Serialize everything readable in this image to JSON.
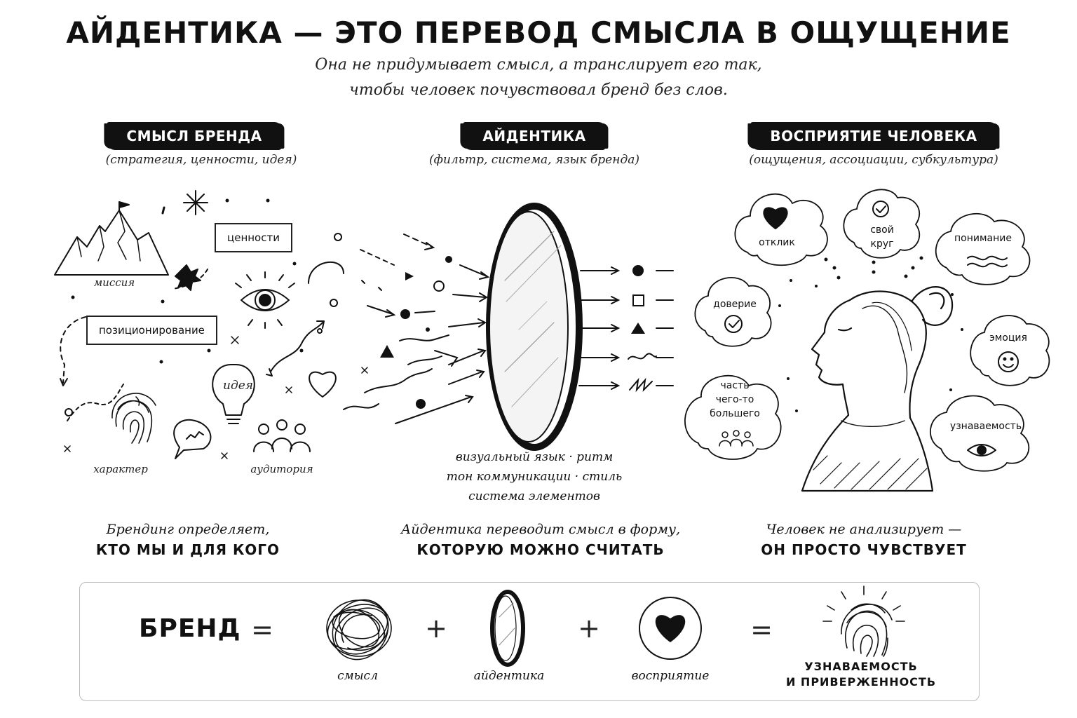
{
  "header": {
    "title": "АЙДЕНТИКА — ЭТО ПЕРЕВОД СМЫСЛА В ОЩУЩЕНИЕ",
    "subtitle_line1": "Она не придумывает смысл, а транслирует его так,",
    "subtitle_line2": "чтобы человек почувствовал бренд без слов."
  },
  "columns": {
    "meaning": {
      "title": "СМЫСЛ БРЕНДА",
      "subtitle": "(стратегия, ценности, идея)",
      "labels": {
        "values": "ценности",
        "mission": "миссия",
        "positioning": "позиционирование",
        "idea": "идея",
        "character": "характер",
        "audience": "аудитория"
      },
      "caption_line1": "Брендинг определяет,",
      "caption_line2": "КТО МЫ И ДЛЯ КОГО"
    },
    "identity": {
      "title": "АЙДЕНТИКА",
      "subtitle": "(фильтр, система, язык бренда)",
      "filter_line1": "визуальный язык · ритм",
      "filter_line2": "тон коммуникации · стиль",
      "filter_line3": "система элементов",
      "caption_line1": "Айдентика переводит смысл в форму,",
      "caption_line2": "КОТОРУЮ МОЖНО СЧИТАТЬ"
    },
    "perception": {
      "title": "ВОСПРИЯТИЕ ЧЕЛОВЕКА",
      "subtitle": "(ощущения, ассоциации, субкультура)",
      "bubbles": {
        "response": "отклик",
        "circle_line1": "свой",
        "circle_line2": "круг",
        "understanding": "понимание",
        "trust": "доверие",
        "emotion": "эмоция",
        "part_line1": "часть",
        "part_line2": "чего-то",
        "part_line3": "большего",
        "recognition": "узнаваемость"
      },
      "caption_line1": "Человек не анализирует —",
      "caption_line2": "ОН ПРОСТО ЧУВСТВУЕТ"
    }
  },
  "formula": {
    "brand": "БРЕНД",
    "eq1": "=",
    "plus1": "+",
    "plus2": "+",
    "eq2": "=",
    "meaning_label": "смысл",
    "identity_label": "айдентика",
    "perception_label": "восприятие",
    "result_line1": "УЗНАВАЕМОСТЬ",
    "result_line2": "И ПРИВЕРЖЕННОСТЬ"
  },
  "icons": {
    "mountain": "mountain-flag-icon",
    "eye": "eye-icon",
    "fingerprint": "fingerprint-icon",
    "heart": "heart-icon",
    "lightbulb": "lightbulb-icon",
    "people": "people-icon",
    "mirror": "mirror-lens-icon",
    "face": "woman-profile-icon"
  },
  "colors": {
    "ink": "#111111",
    "paper": "#ffffff",
    "frame": "#bbbbbb"
  }
}
